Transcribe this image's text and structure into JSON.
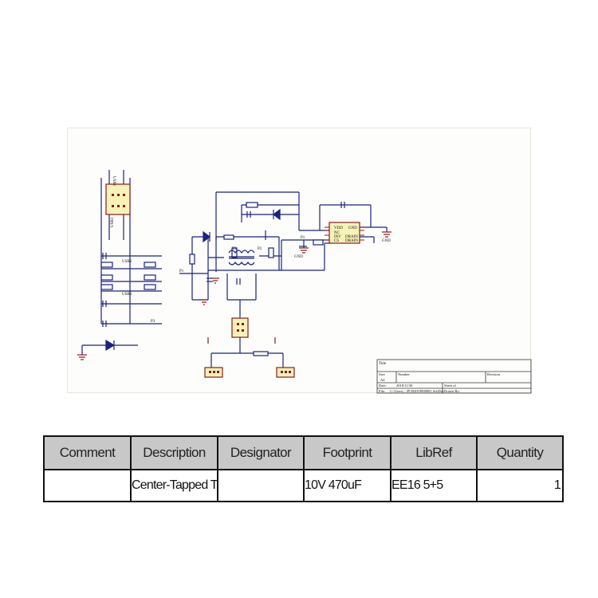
{
  "schematic": {
    "labels": {
      "usb_top": "USB1",
      "usb_bottom": "USB3",
      "usb_mid_a": "USB2",
      "usb_mid_b": "USB3",
      "p_conn": "P3",
      "p1_left": "P1",
      "p1_ic": "P1",
      "t2": "T2",
      "p2": "P2",
      "gnd_ic": "GND",
      "gnd_right": "GND",
      "ic_vdd": "VDD",
      "ic_gnd": "GND",
      "ic_nc": "NC",
      "ic_inv": "INV",
      "ic_drain1": "DRAIN",
      "ic_cs": "CS",
      "ic_drain2": "DRAIN"
    },
    "title_block": {
      "title": "Title",
      "size_label": "Size",
      "size_value": "A4",
      "number_label": "Number",
      "revision_label": "Revision",
      "date_label": "Date:",
      "date_value": "2018/11/30",
      "sheet_label": "Sheet   of",
      "file_label": "File:",
      "file_value": "C:\\Users\\...\\PCB2019000001.SchDoc",
      "drawn_label": "Drawn By:"
    }
  },
  "bom": {
    "headers": [
      "Comment",
      "Description",
      "Designator",
      "Footprint",
      "LibRef",
      "Quantity"
    ],
    "row": {
      "comment": "",
      "description": "Center-Tapped Trans",
      "designator": "",
      "footprint": "10V  470uF",
      "libref": "EE16 5+5",
      "quantity": "1"
    }
  },
  "colors": {
    "wire": "#1a237e",
    "component_fill": "#f7f3b8",
    "component_stroke": "#8b1a1a",
    "table_header_bg": "#c8c8c8"
  }
}
